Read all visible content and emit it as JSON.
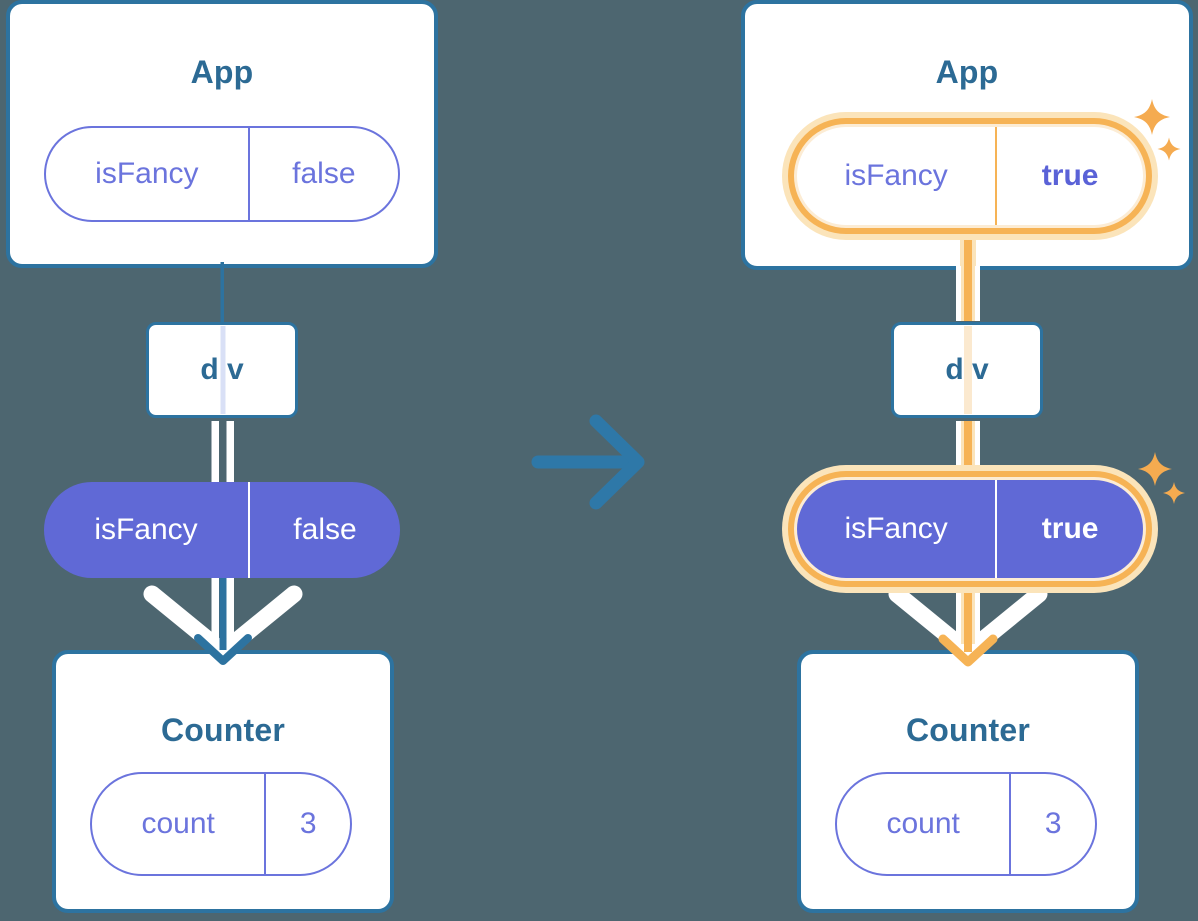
{
  "diagram": {
    "description_labels": {
      "left_tree": {
        "root_title": "App",
        "root_prop": {
          "name": "isFancy",
          "value": "false"
        },
        "middle_title": "div",
        "context_pill": {
          "name": "isFancy",
          "value": "false"
        },
        "leaf_title": "Counter",
        "leaf_prop": {
          "name": "count",
          "value": "3"
        }
      },
      "right_tree": {
        "root_title": "App",
        "root_prop": {
          "name": "isFancy",
          "value": "true"
        },
        "middle_title": "div",
        "context_pill": {
          "name": "isFancy",
          "value": "true"
        },
        "leaf_title": "Counter",
        "leaf_prop": {
          "name": "count",
          "value": "3"
        }
      }
    },
    "icons": [
      "right-arrow-icon",
      "down-chevron-flow-icon",
      "down-arrow-icon",
      "sparkle-icon"
    ],
    "colors": {
      "background": "#4d6670",
      "card_background": "#ffffff",
      "card_border": "#2d73a0",
      "title_text": "#2c6a94",
      "purple_stroke_text": "#6b74dd",
      "purple_fill": "#6069d6",
      "purple_bold_value": "#5a62d7",
      "highlight_orange": "#f6b355",
      "highlight_glow": "#fbe4ba",
      "pale_orange_line": "#fbe9cf",
      "lavender_slot_line": "#d9e0f6",
      "pipe_white": "#ffffff",
      "arrow_teal": "#2d73a0",
      "transition_arrow_blue": "#2e78a8",
      "sparkle_orange": "#f5ab50"
    }
  }
}
